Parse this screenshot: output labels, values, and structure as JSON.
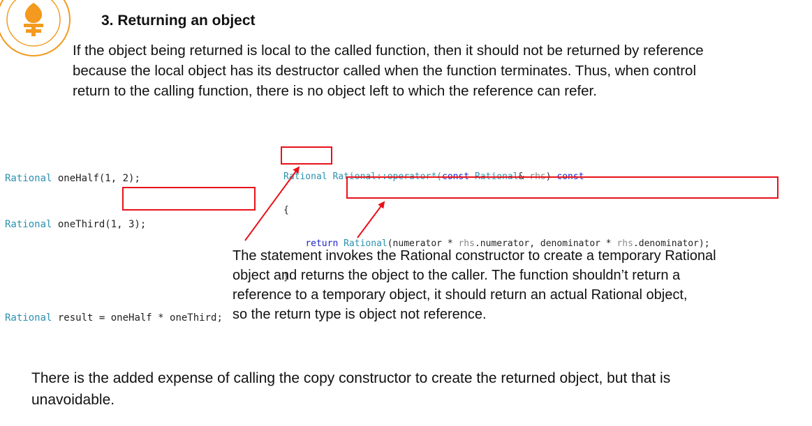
{
  "header": {
    "title": "3. Returning an object",
    "logo_icon": "university-seal-icon"
  },
  "intro": {
    "lines": [
      "If the object being returned is local to the called function, then it should not be returned by reference",
      "because the local object has its destructor called when the function terminates. Thus, when control",
      "return to the calling function, there is no object left to which the reference can refer."
    ]
  },
  "left_code": {
    "line1": {
      "type": "Rational",
      "rest": " oneHalf(1, 2);"
    },
    "line2": {
      "type": "Rational",
      "rest": " oneThird(1, 3);"
    },
    "line3": {
      "type": "Rational",
      "rest": " result = ",
      "boxed": "oneHalf * oneThird;"
    }
  },
  "right_code": {
    "line1": {
      "return_type": "Rational",
      "scope": "Rational::operator*(",
      "const1": "const",
      "param_type": "Rational",
      "amp": "& ",
      "param": "rhs",
      "close": ") ",
      "const2": "const"
    },
    "open_brace": "{",
    "line2": {
      "keyword": "return",
      "ctor": "Rational",
      "args_a": "(numerator * ",
      "rhs1": "rhs",
      "args_b": ".numerator, denominator * ",
      "rhs2": "rhs",
      "args_c": ".denominator);"
    },
    "close_brace": "}"
  },
  "explanation": {
    "lines": [
      "The statement invokes the Rational constructor to create a temporary Rational",
      "object  and returns the object to the caller. The function shouldn’t return a",
      "reference to a temporary object,  it should return an actual Rational object,",
      "so the return type is object not reference."
    ]
  },
  "footer": {
    "lines": [
      "There is the added expense of calling the copy constructor to create the returned object, but that is",
      "unavoidable."
    ]
  },
  "colors": {
    "highlight_red": "#e8111a",
    "keyword_blue": "#1f24c8",
    "type_teal": "#2b91af",
    "logo_orange": "#f39a1f"
  }
}
